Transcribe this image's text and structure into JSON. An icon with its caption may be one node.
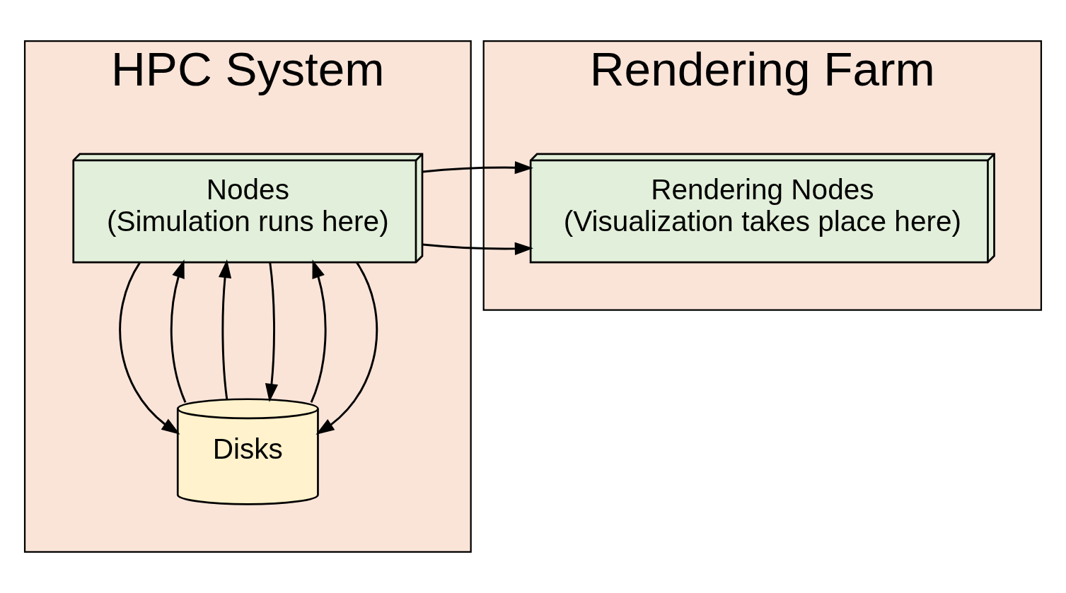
{
  "diagram": {
    "nodes": [
      {
        "text": [
          "HPC System"
        ]
      },
      {
        "text": [
          "Nodes",
          "(Simulation runs here)"
        ],
        "in": 0
      },
      {
        "text": [
          "Disks"
        ],
        "in": 0
      },
      {
        "text": [
          "Rendering Farm"
        ]
      },
      {
        "text": [
          "Rendering Nodes",
          "(Visualization takes place here)"
        ],
        "in": 3
      }
    ],
    "edges": [
      {
        "from": 1,
        "to": 4,
        "arrow": "to"
      },
      {
        "from": 1,
        "to": 4,
        "arrow": "to"
      },
      {
        "from": 2,
        "to": 1,
        "arrow": "to"
      },
      {
        "from": 1,
        "to": 2,
        "arrow": "to"
      },
      {
        "from": 2,
        "to": 1,
        "arrow": "to"
      },
      {
        "from": 1,
        "to": 2,
        "arrow": "to"
      },
      {
        "from": 2,
        "to": 1,
        "arrow": "to"
      },
      {
        "from": 1,
        "to": 2,
        "arrow": "to"
      }
    ]
  }
}
